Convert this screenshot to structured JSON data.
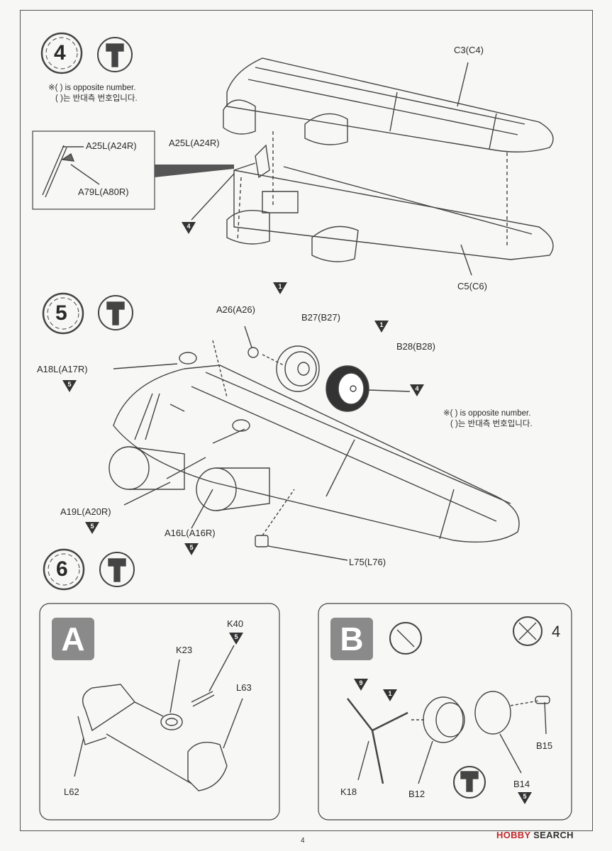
{
  "steps": [
    {
      "number": "4"
    },
    {
      "number": "5"
    },
    {
      "number": "6"
    }
  ],
  "note": {
    "line1": "※( ) is opposite number.",
    "line2": "( )는 반대측 번호입니다."
  },
  "step4": {
    "inset_top": "A25L(A24R)",
    "inset_bottom": "A79L(A80R)",
    "part_a25": "A25L(A24R)",
    "part_c3": "C3(C4)",
    "part_c5": "C5(C6)",
    "paint": "4"
  },
  "step5": {
    "a26": "A26(A26)",
    "b27": "B27(B27)",
    "b28": "B28(B28)",
    "a18": "A18L(A17R)",
    "a19": "A19L(A20R)",
    "a16": "A16L(A16R)",
    "l75": "L75(L76)",
    "paint_a18": "5",
    "paint_b27": "1",
    "paint_b28": "1",
    "paint_hub": "4",
    "paint_a19": "5",
    "paint_a16": "5"
  },
  "step6": {
    "sub_a": {
      "letter": "A",
      "k40": "K40",
      "k23": "K23",
      "l63": "L63",
      "l62": "L62",
      "paint_k40": "5"
    },
    "sub_b": {
      "letter": "B",
      "count": "4",
      "k18": "K18",
      "b12": "B12",
      "b14": "B14",
      "b15": "B15",
      "paint_9": "9",
      "paint_1": "1",
      "paint_b14": "5"
    }
  },
  "footer": {
    "page": "4",
    "brand_prefix": "HOBBY",
    "brand_suffix": "SEARCH"
  }
}
